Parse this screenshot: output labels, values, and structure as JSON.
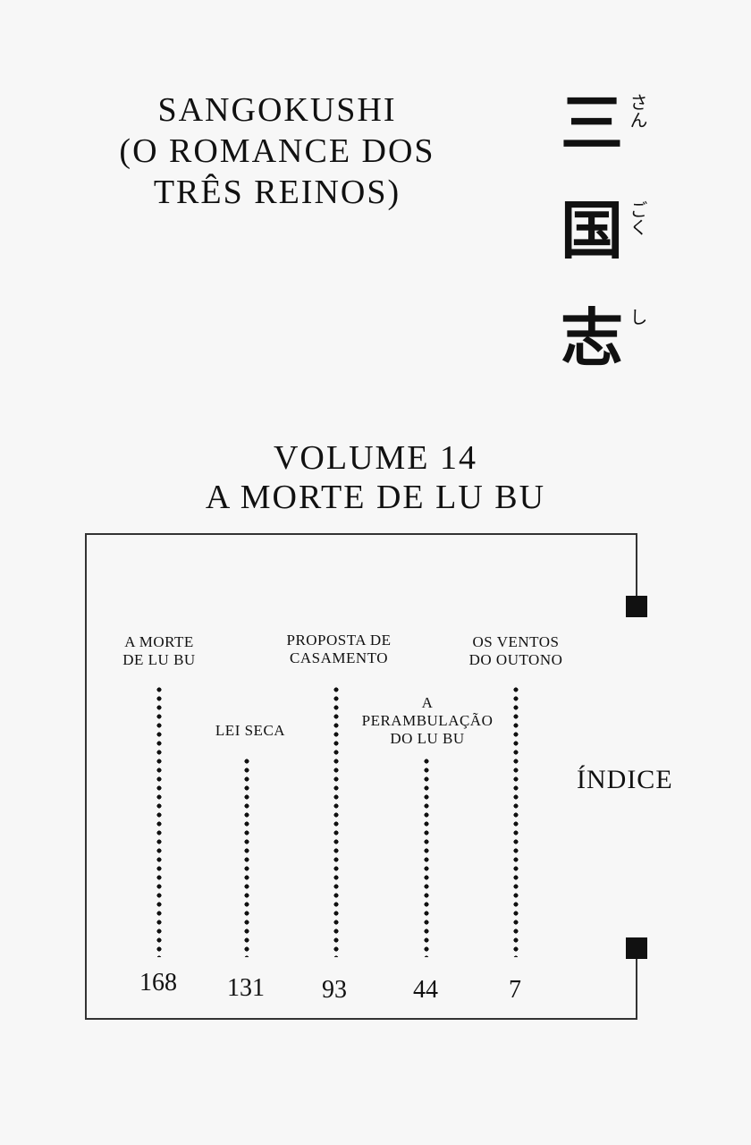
{
  "series_title": {
    "line1": "SANGOKUSHI",
    "line2": "(O ROMANCE DOS",
    "line3": "TRÊS REINOS)"
  },
  "kanji_title": [
    {
      "kanji": "三",
      "furigana": "さん"
    },
    {
      "kanji": "国",
      "furigana": "ごく"
    },
    {
      "kanji": "志",
      "furigana": "し"
    }
  ],
  "volume": {
    "number_line": "VOLUME 14",
    "subtitle": "A MORTE DE LU BU"
  },
  "contents": {
    "heading": "ÍNDICE",
    "chapters": [
      {
        "title_lines": [
          "A MORTE",
          "DE LU BU"
        ],
        "page": "168"
      },
      {
        "title_lines": [
          "LEI SECA"
        ],
        "page": "131"
      },
      {
        "title_lines": [
          "PROPOSTA DE",
          "CASAMENTO"
        ],
        "page": "93"
      },
      {
        "title_lines": [
          "A",
          "PERAMBULAÇÃO",
          "DO LU BU"
        ],
        "page": "44"
      },
      {
        "title_lines": [
          "OS VENTOS",
          "DO OUTONO"
        ],
        "page": "7"
      }
    ]
  }
}
